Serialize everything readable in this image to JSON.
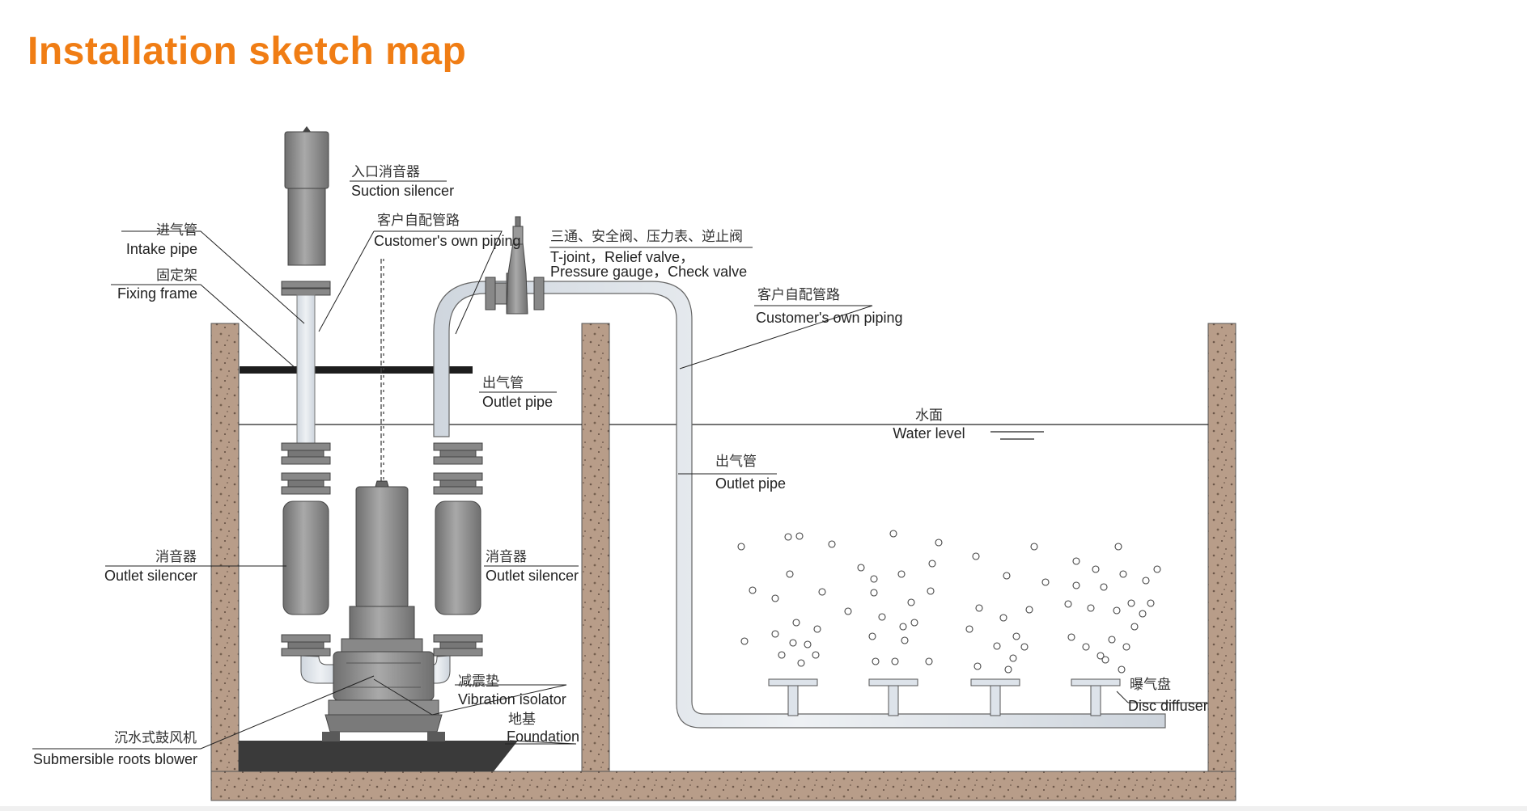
{
  "page": {
    "title": "Installation sketch map"
  },
  "labels": {
    "suction_silencer": {
      "cn": "入口消音器",
      "en": "Suction silencer"
    },
    "intake_pipe": {
      "cn": "进气管",
      "en": "Intake pipe"
    },
    "fixing_frame": {
      "cn": "固定架",
      "en": "Fixing frame"
    },
    "customers_piping_1": {
      "cn": "客户自配管路",
      "en": "Customer's own piping"
    },
    "valves": {
      "cn": "三通、安全阀、压力表、逆止阀",
      "en1": "T-joint，Relief valve，",
      "en2": "Pressure gauge，Check valve"
    },
    "customers_piping_2": {
      "cn": "客户自配管路",
      "en": "Customer's own piping"
    },
    "outlet_pipe_1": {
      "cn": "出气管",
      "en": "Outlet pipe"
    },
    "water_level": {
      "cn": "水面",
      "en": "Water level"
    },
    "outlet_pipe_2": {
      "cn": "出气管",
      "en": "Outlet pipe"
    },
    "outlet_silencer_left": {
      "cn": "消音器",
      "en": "Outlet silencer"
    },
    "outlet_silencer_right": {
      "cn": "消音器",
      "en": "Outlet silencer"
    },
    "vibration_isolator": {
      "cn": "减震垫",
      "en": "Vibration isolator"
    },
    "foundation": {
      "cn": "地基",
      "en": "Foundation"
    },
    "blower": {
      "cn": "沉水式鼓风机",
      "en": "Submersible roots blower"
    },
    "disc_diffuser": {
      "cn": "曝气盘",
      "en": "Disc diffuser"
    }
  },
  "colors": {
    "title": "#f07d14",
    "pipe": "#dde3ea",
    "equipment": "#8a8a8a",
    "earth": "#b59a86"
  }
}
